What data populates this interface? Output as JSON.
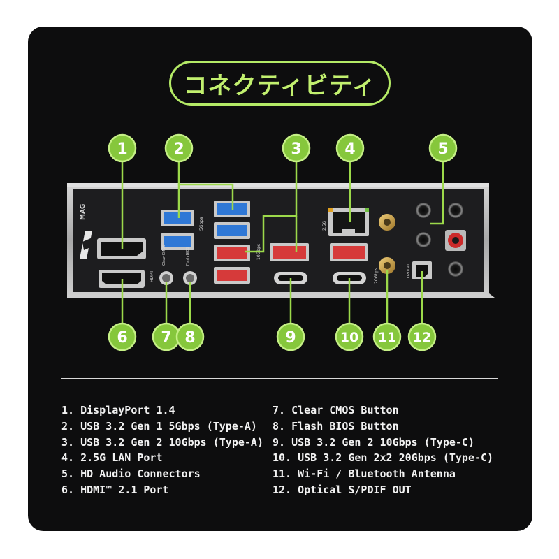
{
  "title": "コネクティビティ",
  "panel": {
    "brand": "MAG",
    "small_labels": {
      "hdmi": "HDMI",
      "lan_speed": "2.5G",
      "usb_5g": "5Gbps",
      "usb_10g": "10Gbps",
      "usb_20g": "20Gbps",
      "clear_cmos": "Clear CMOS",
      "flash_bios": "Flash BIOS",
      "optical": "OPTICAL"
    }
  },
  "callouts": [
    {
      "number": "1",
      "label": "DisplayPort 1.4"
    },
    {
      "number": "2",
      "label": "USB 3.2 Gen 1 5Gbps (Type-A)"
    },
    {
      "number": "3",
      "label": "USB 3.2 Gen 2 10Gbps (Type-A)"
    },
    {
      "number": "4",
      "label": "2.5G LAN Port"
    },
    {
      "number": "5",
      "label": "HD Audio Connectors"
    },
    {
      "number": "6",
      "label": "HDMI™ 2.1 Port"
    },
    {
      "number": "7",
      "label": "Clear CMOS Button"
    },
    {
      "number": "8",
      "label": "Flash BIOS Button"
    },
    {
      "number": "9",
      "label": "USB 3.2 Gen 2 10Gbps (Type-C)"
    },
    {
      "number": "10",
      "label": "USB 3.2 Gen 2x2 20Gbps (Type-C)"
    },
    {
      "number": "11",
      "label": "Wi-Fi / Bluetooth Antenna"
    },
    {
      "number": "12",
      "label": "Optical S/PDIF OUT"
    }
  ],
  "legend": {
    "left": [
      "1. DisplayPort 1.4",
      "2. USB 3.2 Gen 1 5Gbps (Type-A)",
      "3. USB 3.2 Gen 2 10Gbps (Type-A)",
      "4. 2.5G LAN Port",
      "5. HD Audio Connectors",
      "6. HDMI™ 2.1 Port"
    ],
    "right": [
      "7. Clear CMOS Button",
      "8. Flash BIOS Button",
      "9. USB 3.2 Gen 2 10Gbps (Type-C)",
      "10. USB 3.2 Gen 2x2 20Gbps (Type-C)",
      "11. Wi-Fi / Bluetooth Antenna",
      "12. Optical S/PDIF OUT"
    ]
  },
  "colors": {
    "background": "#0d0d0e",
    "accent_green": "#9cd94a",
    "accent_green_fill": "#86c73c",
    "usb_gen1_blue": "#2f78d6",
    "usb_gen2_red": "#d63a3a",
    "panel_metal": "#b9b9b9",
    "panel_face": "#1d1d1f",
    "antenna_gold": "#c8a04a",
    "audio_red": "#cc2a2a"
  },
  "icons": [
    "msi-dragon-logo",
    "hdmi-port",
    "displayport-port",
    "usb-a-port",
    "usb-c-port",
    "ethernet-port",
    "antenna-connector",
    "audio-jack",
    "optical-port",
    "round-button"
  ]
}
